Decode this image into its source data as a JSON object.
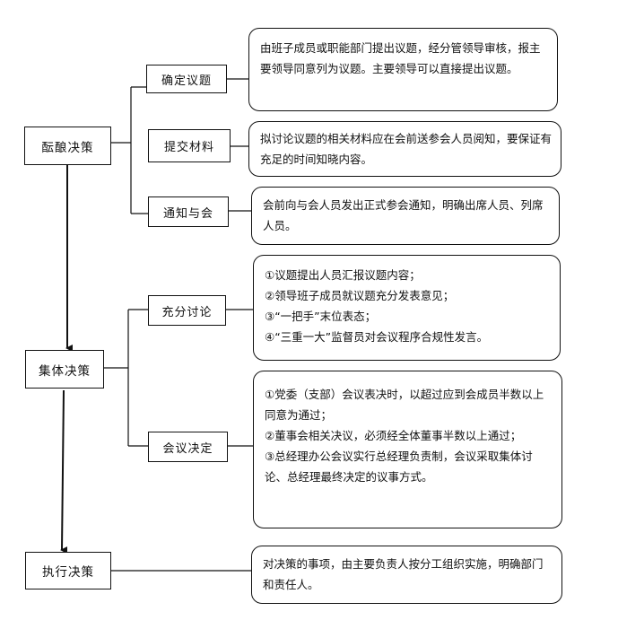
{
  "diagram": {
    "stages": [
      {
        "label": "酝酿决策"
      },
      {
        "label": "集体决策"
      },
      {
        "label": "执行决策"
      }
    ],
    "steps": [
      {
        "label": "确定议题",
        "description": [
          "由班子成员或职能部门提出议题，经分管领导审核，报主要领导同意列为议题。主要领导可以直接提出议题。"
        ]
      },
      {
        "label": "提交材料",
        "description": [
          "拟讨论议题的相关材料应在会前送参会人员阅知，要保证有充足的时间知晓内容。"
        ]
      },
      {
        "label": "通知与会",
        "description": [
          "会前向与会人员发出正式参会通知，明确出席人员、列席人员。"
        ]
      },
      {
        "label": "充分讨论",
        "description": [
          "①议题提出人员汇报议题内容；",
          "②领导班子成员就议题充分发表意见；",
          "③“一把手”末位表态；",
          "④“三重一大”监督员对会议程序合规性发言。"
        ]
      },
      {
        "label": "会议决定",
        "description": [
          "①党委（支部）会议表决时，以超过应到会成员半数以上同意为通过；",
          "②董事会相关决议，必须经全体董事半数以上通过；",
          "③总经理办公会议实行总经理负责制，会议采取集体讨论、总经理最终决定的议事方式。"
        ]
      }
    ],
    "execution_note": [
      "对决策的事项，由主要负责人按分工组织实施，明确部门和责任人。"
    ]
  }
}
